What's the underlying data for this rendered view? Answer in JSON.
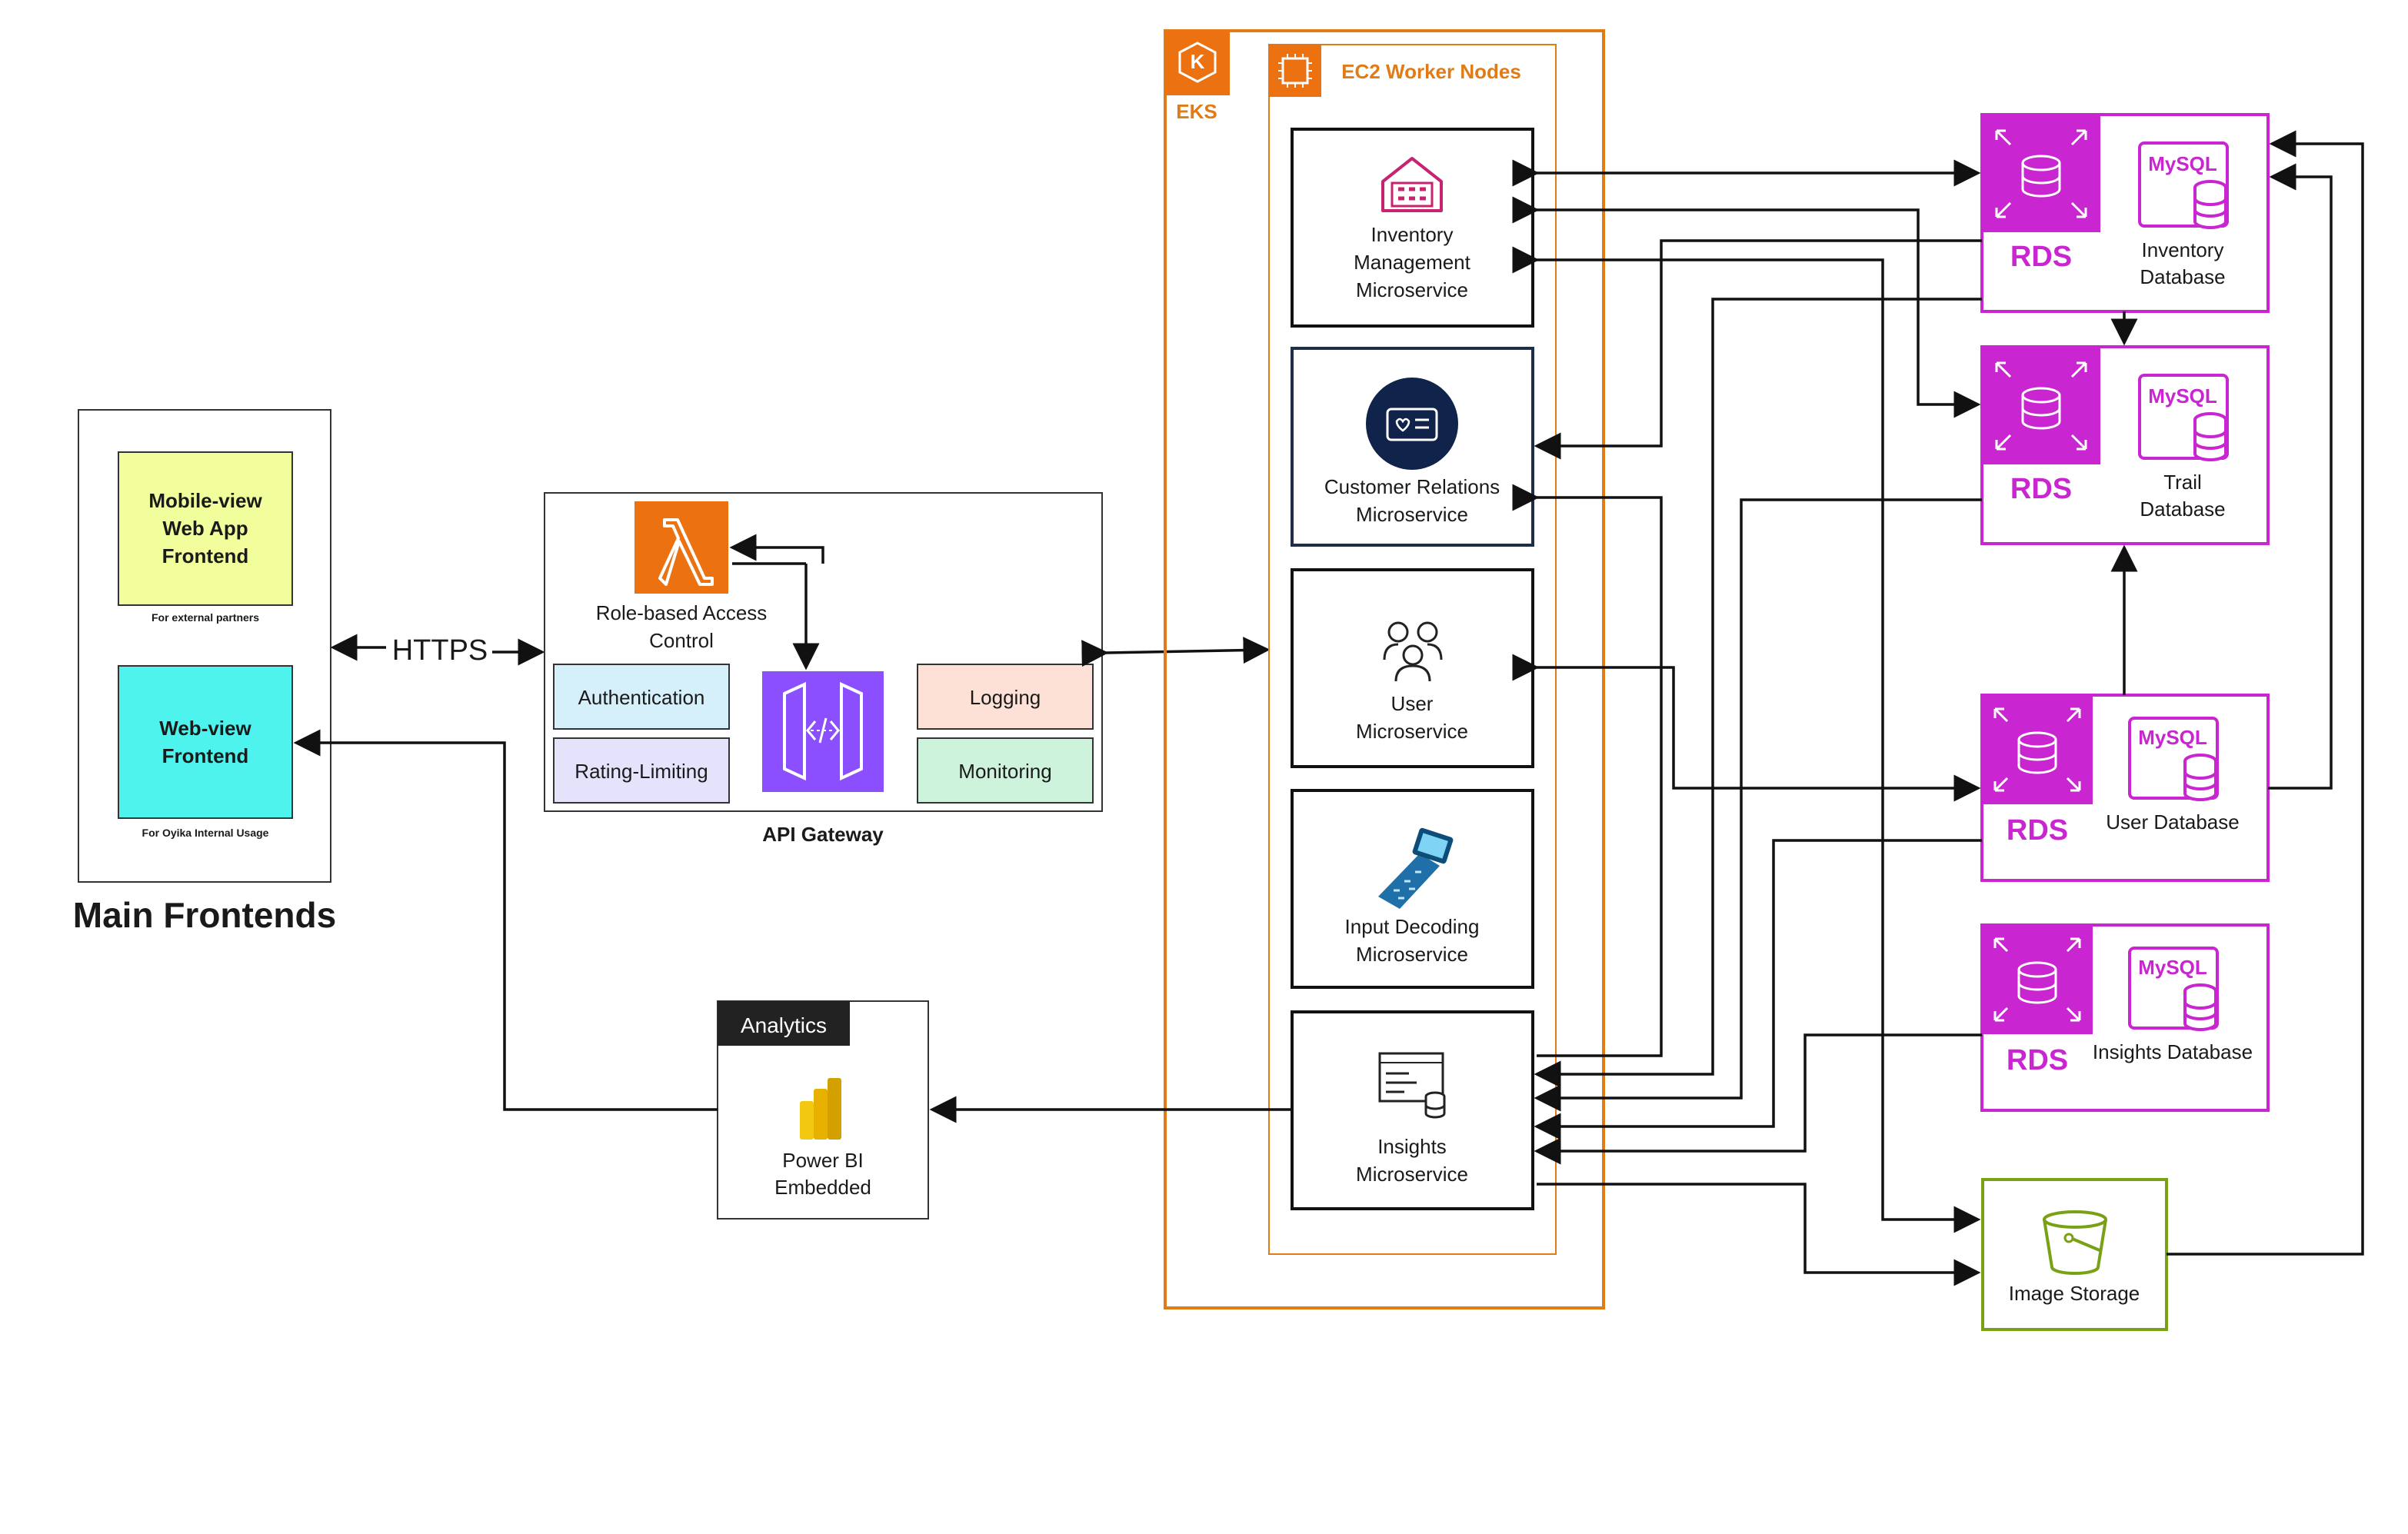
{
  "frontends": {
    "title": "Main Frontends",
    "mobile_line1": "Mobile-view",
    "mobile_line2": "Web App",
    "mobile_line3": "Frontend",
    "mobile_note": "For external partners",
    "web_line1": "Web-view",
    "web_line2": "Frontend",
    "web_note": "For Oyika Internal Usage",
    "mobile_color": "#f2fd9c",
    "web_color": "#4ef3ee"
  },
  "https_label": "HTTPS",
  "gateway": {
    "title": "API Gateway",
    "rbac_line1": "Role-based Access",
    "rbac_line2": "Control",
    "authentication": "Authentication",
    "rate_limiting": "Rating-Limiting",
    "logging": "Logging",
    "monitoring": "Monitoring",
    "lambda_color": "#ec7211",
    "gateway_icon_color": "#8c4fff"
  },
  "eks": {
    "label": "EKS",
    "workers_label": "EC2 Worker Nodes",
    "color": "#e07b15"
  },
  "services": {
    "inventory": [
      "Inventory",
      "Management",
      "Microservice"
    ],
    "customer": [
      "Customer Relations",
      "Microservice"
    ],
    "user": [
      "User",
      "Microservice"
    ],
    "input": [
      "Input Decoding",
      "Microservice"
    ],
    "insights": [
      "Insights",
      "Microservice"
    ]
  },
  "analytics": {
    "header": "Analytics",
    "line1": "Power BI",
    "line2": "Embedded"
  },
  "databases": {
    "rds_label": "RDS",
    "mysql_label": "MySQL",
    "inventory": [
      "Inventory",
      "Database"
    ],
    "trail": [
      "Trail",
      "Database"
    ],
    "user": "User Database",
    "insights": "Insights Database",
    "color": "#c925d1"
  },
  "storage": {
    "label": "Image Storage",
    "color": "#7aa116"
  }
}
